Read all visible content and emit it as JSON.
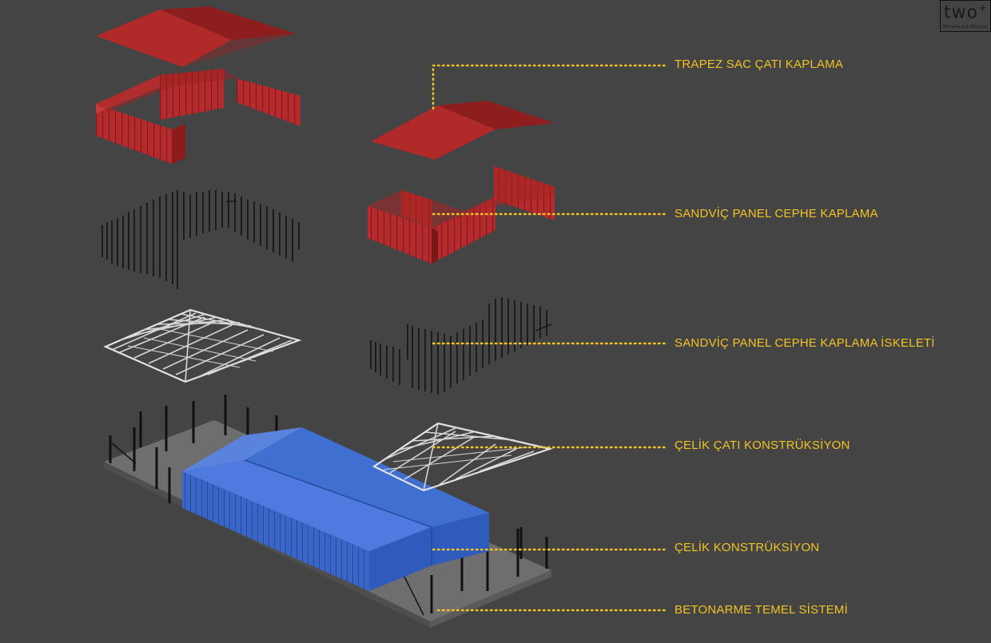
{
  "labels": [
    "TRAPEZ SAC ÇATI KAPLAMA",
    "SANDVİÇ PANEL CEPHE KAPLAMA",
    "SANDVİÇ PANEL CEPHE KAPLAMA İSKELETİ",
    "ÇELİK ÇATI KONSTRÜKSİYON",
    "ÇELİK  KONSTRÜKSİYON",
    "BETONARME TEMEL SİSTEMİ"
  ],
  "logo": {
    "main": "two",
    "sup": "+",
    "sub": "Mimarlık & İç Mimarlık"
  },
  "colors": {
    "background": "#444444",
    "label": "#f2c322",
    "roof": "#b02a2a",
    "panel": "#b52a2c",
    "building": "#3f6fd1"
  }
}
